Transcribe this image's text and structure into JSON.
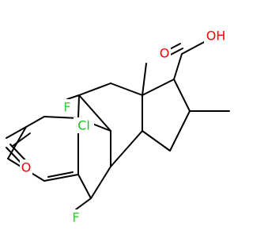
{
  "molecule": {
    "labels": {
      "o_ketone": "O",
      "o_acyl": "O",
      "o_hydroxyl": "OH",
      "f_top": "F",
      "f_bottom": "F",
      "cl": "Cl"
    },
    "colors": {
      "bond": "#000000",
      "oxygen": "#ff0000",
      "fluorine": "#33cc33",
      "chlorine": "#1fc01f"
    }
  }
}
